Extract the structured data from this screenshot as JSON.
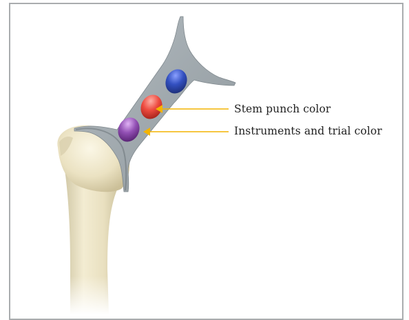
{
  "callouts": {
    "stem_punch": "Stem punch color",
    "instruments_trial": "Instruments and trial color"
  },
  "colors": {
    "frame": "#a9acae",
    "leader": "#f4b400",
    "bone": "#eee6c9",
    "implant": "#9aa3a8",
    "dot_top": "#2f4fb0",
    "dot_middle": "#e8473c",
    "dot_bottom": "#8a49a8"
  },
  "icons": [
    "femur-bone-illustration",
    "color-coded-implant-guide",
    "arrow-pointer-icon"
  ]
}
